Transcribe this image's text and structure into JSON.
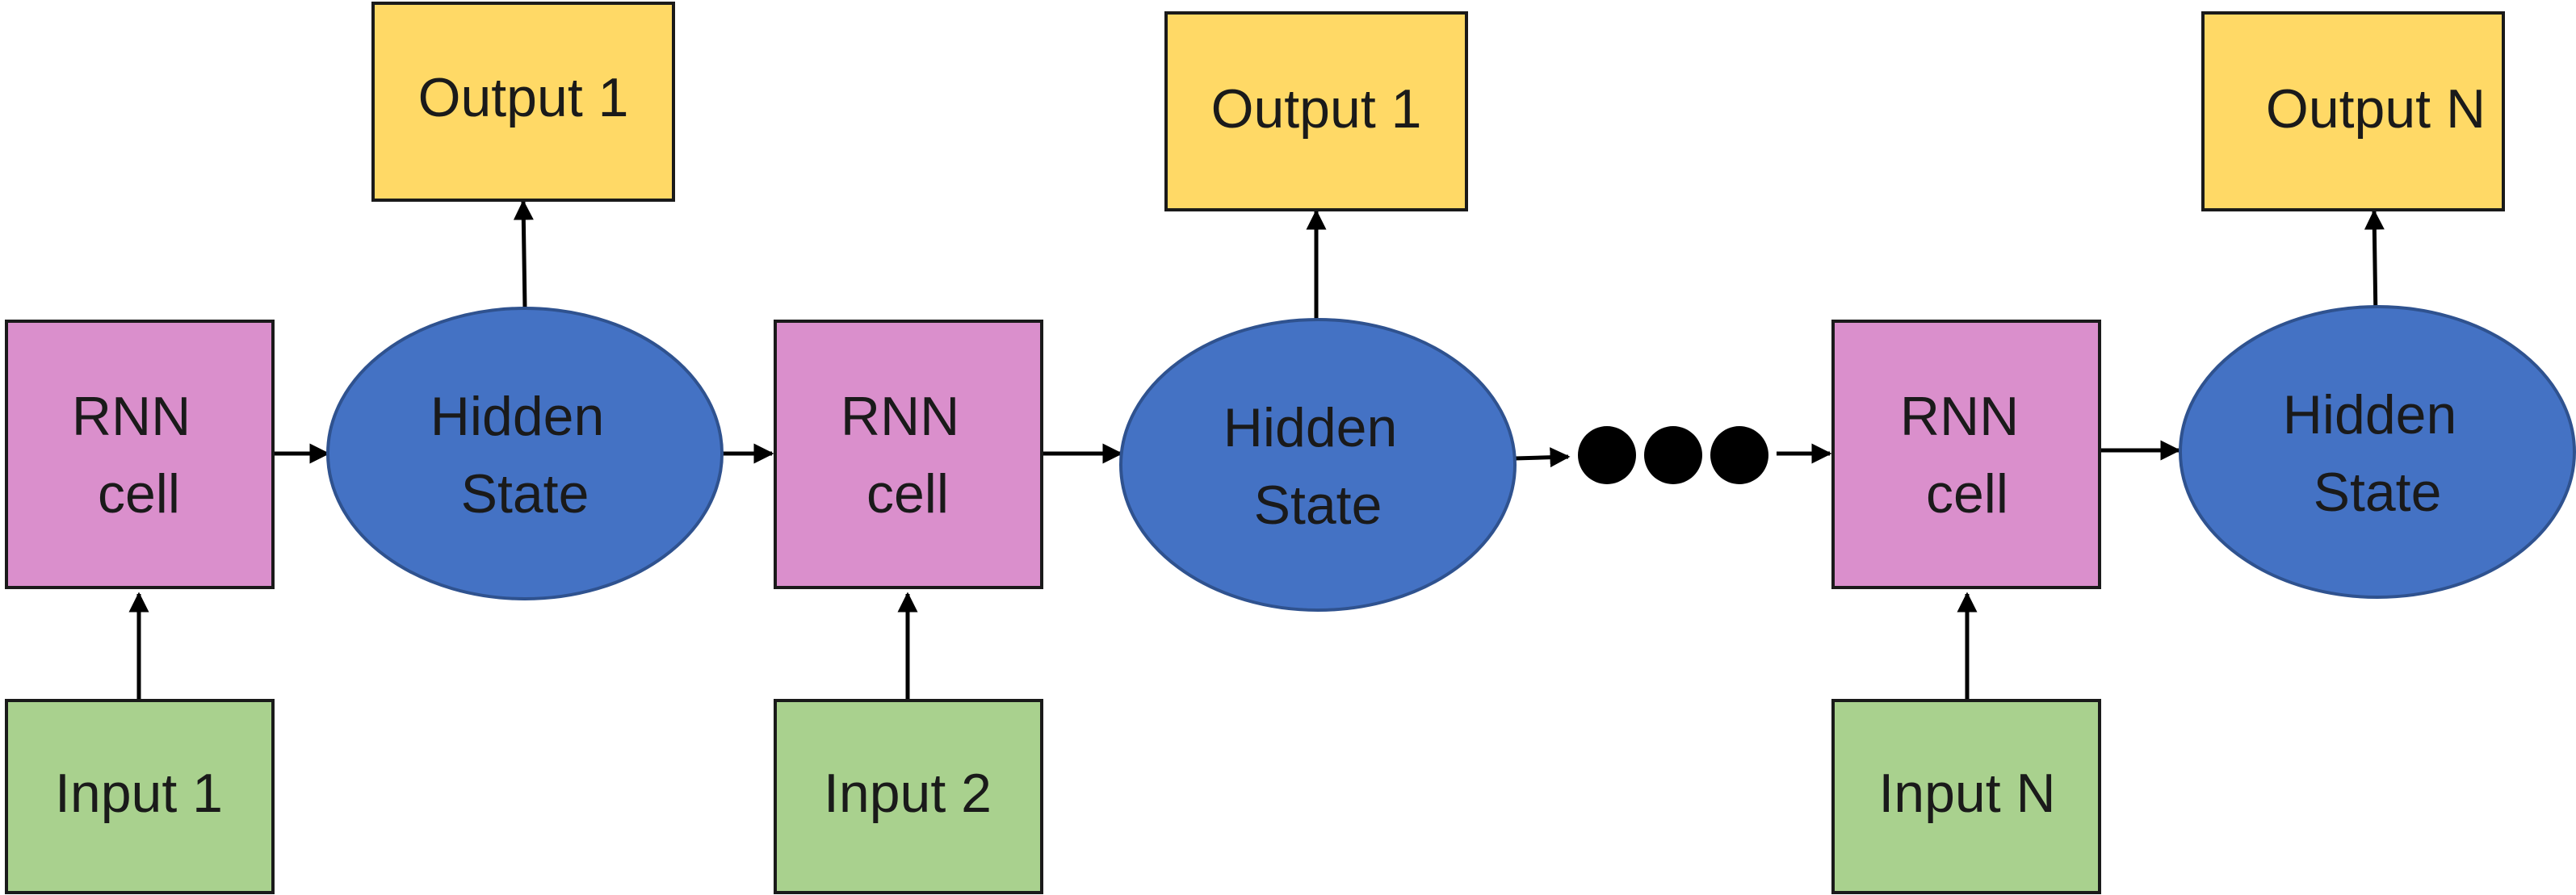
{
  "diagram": {
    "colors": {
      "rnn_cell": "#da8fcc",
      "hidden_state": "#4472c4",
      "input": "#a9d18e",
      "output": "#ffd966",
      "arrow": "#000000"
    },
    "steps": [
      {
        "input": "Input 1",
        "rnn_cell": [
          "RNN",
          "cell"
        ],
        "hidden_state": [
          "Hidden",
          "State"
        ],
        "output": "Output 1"
      },
      {
        "input": "Input 2",
        "rnn_cell": [
          "RNN",
          "cell"
        ],
        "hidden_state": [
          "Hidden",
          "State"
        ],
        "output": "Output 1"
      },
      {
        "input": "Input N",
        "rnn_cell": [
          "RNN",
          "cell"
        ],
        "hidden_state": [
          "Hidden",
          "State"
        ],
        "output": "Output N"
      }
    ],
    "ellipsis_icon": "three-dots-icon"
  }
}
